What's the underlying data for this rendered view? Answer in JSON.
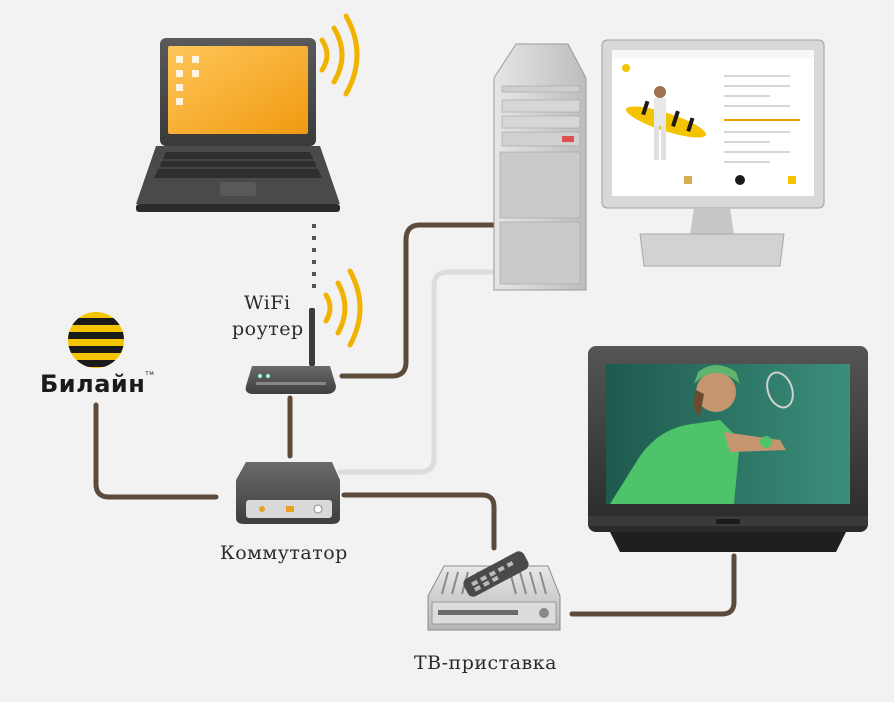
{
  "brand": {
    "name": "Билайн",
    "trademark": "тм"
  },
  "labels": {
    "router_line1": "WiFi",
    "router_line2": "роутер",
    "switch": "Коммутатор",
    "tv_box": "ТВ-приставка"
  },
  "colors": {
    "background": "#f2f2f2",
    "brown_cable": "#5c4a3a",
    "white_cable": "#dcdcdc",
    "brand_yellow": "#f5c400",
    "brand_black": "#1a1a1a",
    "wifi_waves": "#f0b400",
    "device_dark": "#444444",
    "device_light": "#d8d8d8",
    "laptop_screen": "#f5a623",
    "tv_court": "#2f7f6d"
  },
  "icons": [
    "beeline-logo-icon",
    "laptop-icon",
    "wifi-waves-icon",
    "router-icon",
    "switch-icon",
    "pc-tower-icon",
    "monitor-icon",
    "tv-icon",
    "tv-box-icon",
    "remote-control-icon"
  ]
}
